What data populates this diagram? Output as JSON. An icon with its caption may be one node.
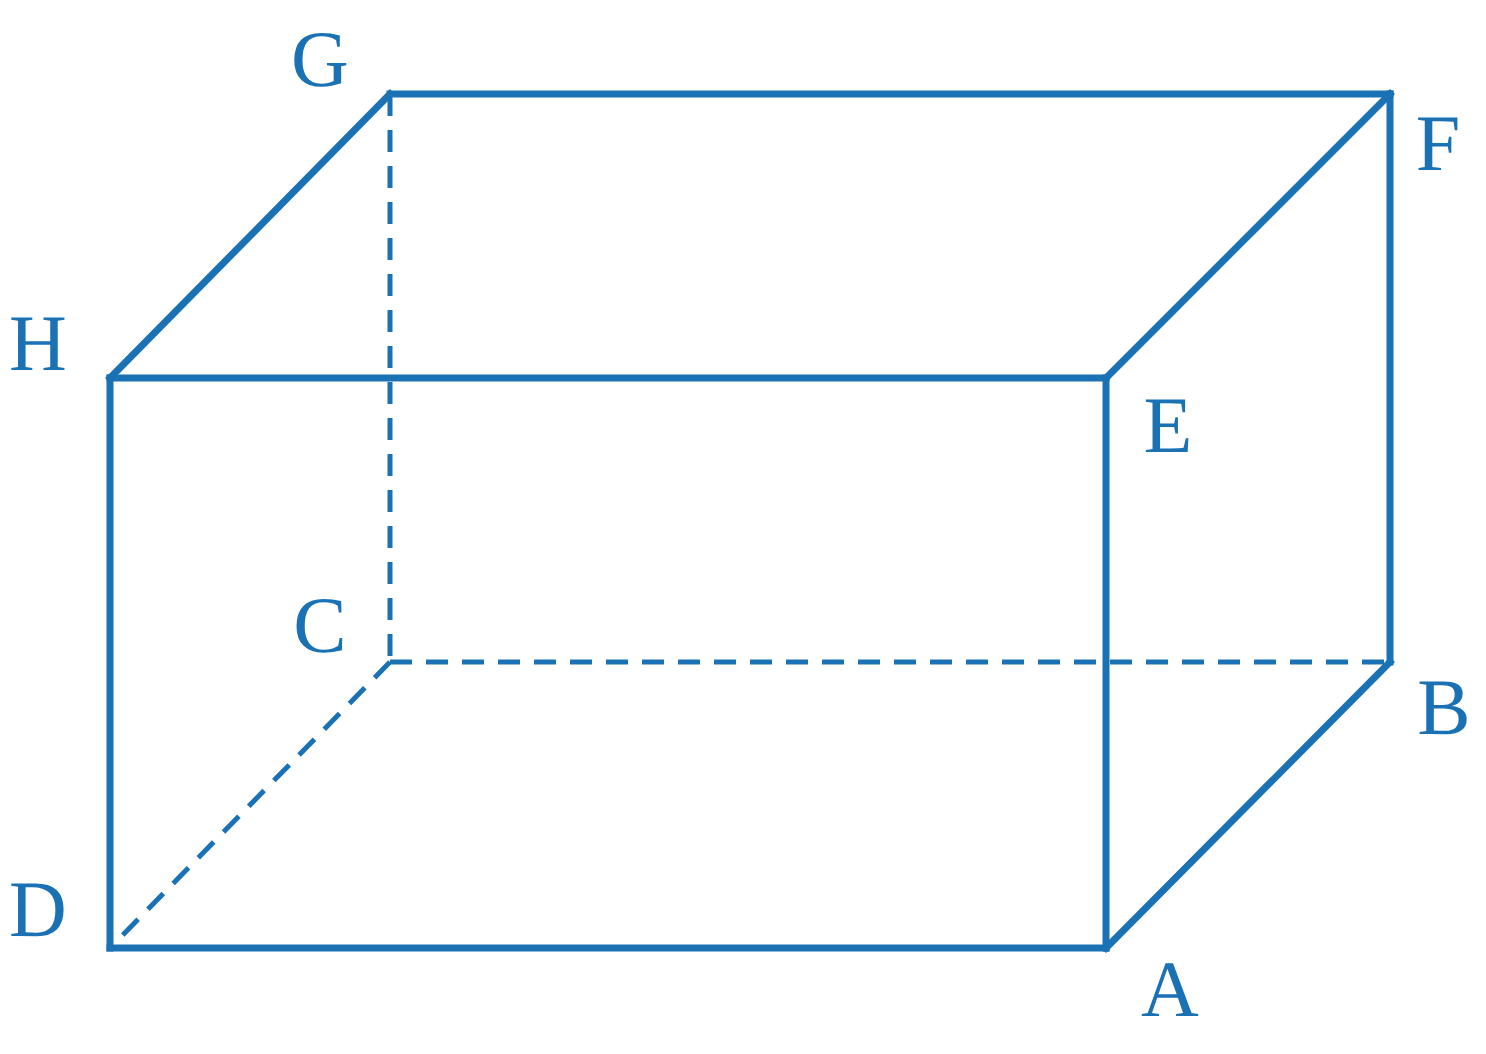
{
  "diagram": {
    "labels": [
      "G",
      "F",
      "H",
      "E",
      "C",
      "B",
      "D",
      "A"
    ]
  }
}
